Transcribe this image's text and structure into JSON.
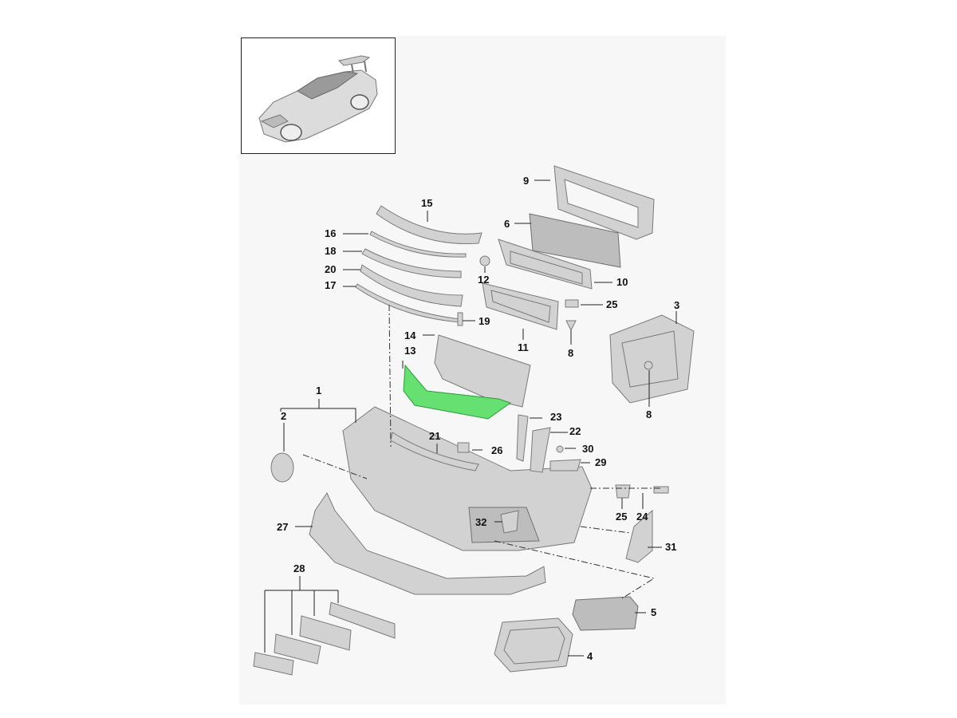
{
  "diagram": {
    "highlight_color": "#66e070",
    "thumbnail_icon": "car-icon",
    "callouts": {
      "c1": "1",
      "c2": "2",
      "c3": "3",
      "c4": "4",
      "c5": "5",
      "c6": "6",
      "c8a": "8",
      "c8b": "8",
      "c9": "9",
      "c10": "10",
      "c11": "11",
      "c12": "12",
      "c13": "13",
      "c14": "14",
      "c15": "15",
      "c16": "16",
      "c17": "17",
      "c18": "18",
      "c19": "19",
      "c20": "20",
      "c21": "21",
      "c22": "22",
      "c23": "23",
      "c24": "24",
      "c25a": "25",
      "c25b": "25",
      "c26": "26",
      "c27": "27",
      "c28": "28",
      "c29": "29",
      "c30": "30",
      "c31": "31",
      "c32": "32"
    }
  }
}
